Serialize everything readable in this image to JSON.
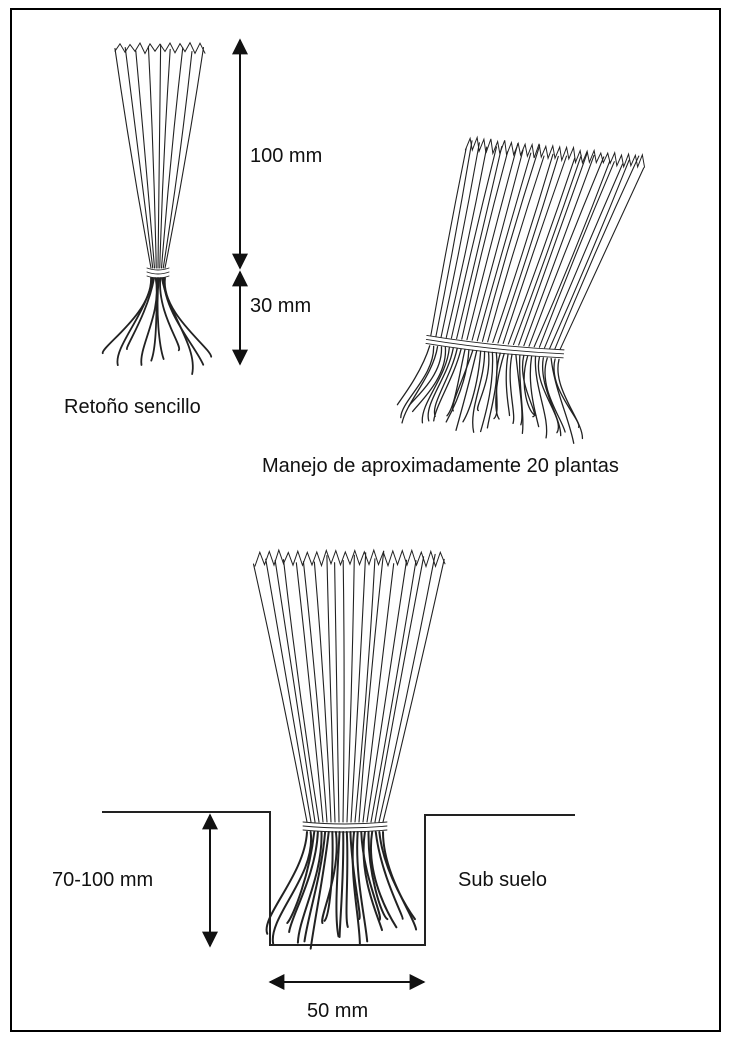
{
  "labels": {
    "shoot_length": "100 mm",
    "root_length": "30 mm",
    "single_shoot": "Retoño sencillo",
    "bundle": "Manejo de aproximadamente 20 plantas",
    "hole_depth": "70-100 mm",
    "subsoil": "Sub suelo",
    "hole_width": "50 mm"
  },
  "colors": {
    "line": "#222222",
    "border": "#000000",
    "background": "#ffffff"
  }
}
